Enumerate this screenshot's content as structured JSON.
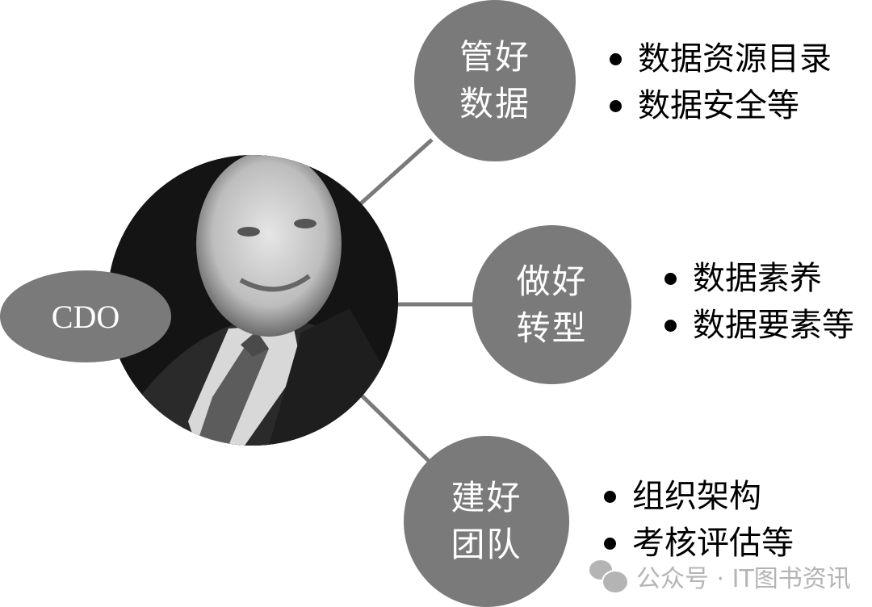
{
  "center": {
    "label": "CDO",
    "photo": "portrait-photo"
  },
  "nodes": [
    {
      "line1": "管好",
      "line2": "数据",
      "bullets": [
        "数据资源目录",
        "数据安全等"
      ]
    },
    {
      "line1": "做好",
      "line2": "转型",
      "bullets": [
        "数据素养",
        "数据要素等"
      ]
    },
    {
      "line1": "建好",
      "line2": "团队",
      "bullets": [
        "组织架构",
        "考核评估等"
      ]
    }
  ],
  "watermark": {
    "icon": "wechat-icon",
    "text": "公众号 · IT图书资讯"
  },
  "colors": {
    "node_fill": "#7a7a7a",
    "connector": "#7a7a7a",
    "node_text": "#ffffff",
    "bullet_text": "#000000",
    "watermark": "#b4b4b4"
  }
}
